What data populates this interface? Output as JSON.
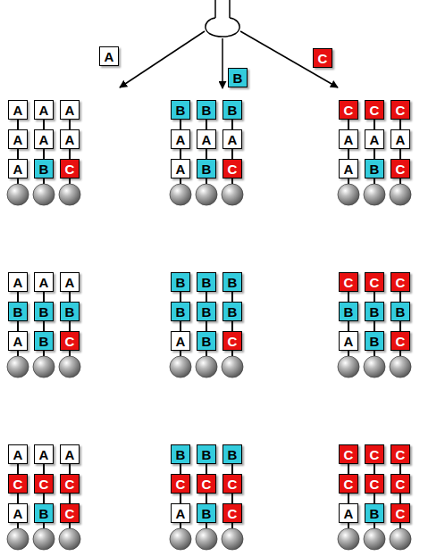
{
  "diagram": {
    "nodes": [
      {
        "text": [
          "A"
        ]
      },
      {
        "text": [
          "B"
        ]
      },
      {
        "text": [
          "C"
        ]
      },
      {
        "text": [
          "A"
        ]
      },
      {
        "text": [
          "A"
        ]
      },
      {
        "text": [
          "A"
        ]
      },
      {
        "text": [
          "A"
        ]
      },
      {
        "text": [
          "A"
        ]
      },
      {
        "text": [
          "B"
        ]
      },
      {
        "text": [
          "A"
        ]
      },
      {
        "text": [
          "A"
        ]
      },
      {
        "text": [
          "C"
        ]
      },
      {
        "text": [
          "B"
        ]
      },
      {
        "text": [
          "A"
        ]
      },
      {
        "text": [
          "A"
        ]
      },
      {
        "text": [
          "B"
        ]
      },
      {
        "text": [
          "A"
        ]
      },
      {
        "text": [
          "B"
        ]
      },
      {
        "text": [
          "B"
        ]
      },
      {
        "text": [
          "A"
        ]
      },
      {
        "text": [
          "C"
        ]
      },
      {
        "text": [
          "C"
        ]
      },
      {
        "text": [
          "A"
        ]
      },
      {
        "text": [
          "A"
        ]
      },
      {
        "text": [
          "C"
        ]
      },
      {
        "text": [
          "A"
        ]
      },
      {
        "text": [
          "B"
        ]
      },
      {
        "text": [
          "C"
        ]
      },
      {
        "text": [
          "A"
        ]
      },
      {
        "text": [
          "C"
        ]
      },
      {
        "text": [
          "A"
        ]
      },
      {
        "text": [
          "B"
        ]
      },
      {
        "text": [
          "A"
        ]
      },
      {
        "text": [
          "A"
        ]
      },
      {
        "text": [
          "B"
        ]
      },
      {
        "text": [
          "B"
        ]
      },
      {
        "text": [
          "A"
        ]
      },
      {
        "text": [
          "B"
        ]
      },
      {
        "text": [
          "C"
        ]
      },
      {
        "text": [
          "B"
        ]
      },
      {
        "text": [
          "B"
        ]
      },
      {
        "text": [
          "A"
        ]
      },
      {
        "text": [
          "B"
        ]
      },
      {
        "text": [
          "B"
        ]
      },
      {
        "text": [
          "B"
        ]
      },
      {
        "text": [
          "B"
        ]
      },
      {
        "text": [
          "B"
        ]
      },
      {
        "text": [
          "C"
        ]
      },
      {
        "text": [
          "C"
        ]
      },
      {
        "text": [
          "B"
        ]
      },
      {
        "text": [
          "A"
        ]
      },
      {
        "text": [
          "C"
        ]
      },
      {
        "text": [
          "B"
        ]
      },
      {
        "text": [
          "B"
        ]
      },
      {
        "text": [
          "C"
        ]
      },
      {
        "text": [
          "B"
        ]
      },
      {
        "text": [
          "C"
        ]
      },
      {
        "text": [
          "A"
        ]
      },
      {
        "text": [
          "C"
        ]
      },
      {
        "text": [
          "A"
        ]
      },
      {
        "text": [
          "A"
        ]
      },
      {
        "text": [
          "C"
        ]
      },
      {
        "text": [
          "B"
        ]
      },
      {
        "text": [
          "A"
        ]
      },
      {
        "text": [
          "C"
        ]
      },
      {
        "text": [
          "C"
        ]
      },
      {
        "text": [
          "B"
        ]
      },
      {
        "text": [
          "C"
        ]
      },
      {
        "text": [
          "A"
        ]
      },
      {
        "text": [
          "B"
        ]
      },
      {
        "text": [
          "C"
        ]
      },
      {
        "text": [
          "B"
        ]
      },
      {
        "text": [
          "B"
        ]
      },
      {
        "text": [
          "C"
        ]
      },
      {
        "text": [
          "C"
        ]
      },
      {
        "text": [
          "C"
        ]
      },
      {
        "text": [
          "C"
        ]
      },
      {
        "text": [
          "A"
        ]
      },
      {
        "text": [
          "C"
        ]
      },
      {
        "text": [
          "C"
        ]
      },
      {
        "text": [
          "B"
        ]
      },
      {
        "text": [
          "C"
        ]
      },
      {
        "text": [
          "C"
        ]
      },
      {
        "text": [
          "C"
        ]
      }
    ],
    "edges": [
      {
        "from": 3,
        "to": 4,
        "arrow": "none"
      },
      {
        "from": 4,
        "to": 5,
        "arrow": "none"
      },
      {
        "from": 6,
        "to": 7,
        "arrow": "none"
      },
      {
        "from": 7,
        "to": 8,
        "arrow": "none"
      },
      {
        "from": 9,
        "to": 10,
        "arrow": "none"
      },
      {
        "from": 10,
        "to": 11,
        "arrow": "none"
      },
      {
        "from": 12,
        "to": 13,
        "arrow": "none"
      },
      {
        "from": 13,
        "to": 14,
        "arrow": "none"
      },
      {
        "from": 15,
        "to": 16,
        "arrow": "none"
      },
      {
        "from": 16,
        "to": 17,
        "arrow": "none"
      },
      {
        "from": 18,
        "to": 19,
        "arrow": "none"
      },
      {
        "from": 19,
        "to": 20,
        "arrow": "none"
      },
      {
        "from": 21,
        "to": 22,
        "arrow": "none"
      },
      {
        "from": 22,
        "to": 23,
        "arrow": "none"
      },
      {
        "from": 24,
        "to": 25,
        "arrow": "none"
      },
      {
        "from": 25,
        "to": 26,
        "arrow": "none"
      },
      {
        "from": 27,
        "to": 28,
        "arrow": "none"
      },
      {
        "from": 28,
        "to": 29,
        "arrow": "none"
      },
      {
        "from": 30,
        "to": 31,
        "arrow": "none"
      },
      {
        "from": 31,
        "to": 32,
        "arrow": "none"
      },
      {
        "from": 33,
        "to": 34,
        "arrow": "none"
      },
      {
        "from": 34,
        "to": 35,
        "arrow": "none"
      },
      {
        "from": 36,
        "to": 37,
        "arrow": "none"
      },
      {
        "from": 37,
        "to": 38,
        "arrow": "none"
      },
      {
        "from": 39,
        "to": 40,
        "arrow": "none"
      },
      {
        "from": 40,
        "to": 41,
        "arrow": "none"
      },
      {
        "from": 42,
        "to": 43,
        "arrow": "none"
      },
      {
        "from": 43,
        "to": 44,
        "arrow": "none"
      },
      {
        "from": 45,
        "to": 46,
        "arrow": "none"
      },
      {
        "from": 46,
        "to": 47,
        "arrow": "none"
      },
      {
        "from": 48,
        "to": 49,
        "arrow": "none"
      },
      {
        "from": 49,
        "to": 50,
        "arrow": "none"
      },
      {
        "from": 51,
        "to": 52,
        "arrow": "none"
      },
      {
        "from": 52,
        "to": 53,
        "arrow": "none"
      },
      {
        "from": 54,
        "to": 55,
        "arrow": "none"
      },
      {
        "from": 55,
        "to": 56,
        "arrow": "none"
      },
      {
        "from": 57,
        "to": 58,
        "arrow": "none"
      },
      {
        "from": 58,
        "to": 59,
        "arrow": "none"
      },
      {
        "from": 60,
        "to": 61,
        "arrow": "none"
      },
      {
        "from": 61,
        "to": 62,
        "arrow": "none"
      },
      {
        "from": 63,
        "to": 64,
        "arrow": "none"
      },
      {
        "from": 64,
        "to": 65,
        "arrow": "none"
      },
      {
        "from": 66,
        "to": 67,
        "arrow": "none"
      },
      {
        "from": 67,
        "to": 68,
        "arrow": "none"
      },
      {
        "from": 69,
        "to": 70,
        "arrow": "none"
      },
      {
        "from": 70,
        "to": 71,
        "arrow": "none"
      },
      {
        "from": 72,
        "to": 73,
        "arrow": "none"
      },
      {
        "from": 73,
        "to": 74,
        "arrow": "none"
      },
      {
        "from": 75,
        "to": 76,
        "arrow": "none"
      },
      {
        "from": 76,
        "to": 77,
        "arrow": "none"
      },
      {
        "from": 78,
        "to": 79,
        "arrow": "none"
      },
      {
        "from": 79,
        "to": 80,
        "arrow": "none"
      },
      {
        "from": 81,
        "to": 82,
        "arrow": "none"
      },
      {
        "from": 82,
        "to": 83,
        "arrow": "none"
      }
    ]
  }
}
